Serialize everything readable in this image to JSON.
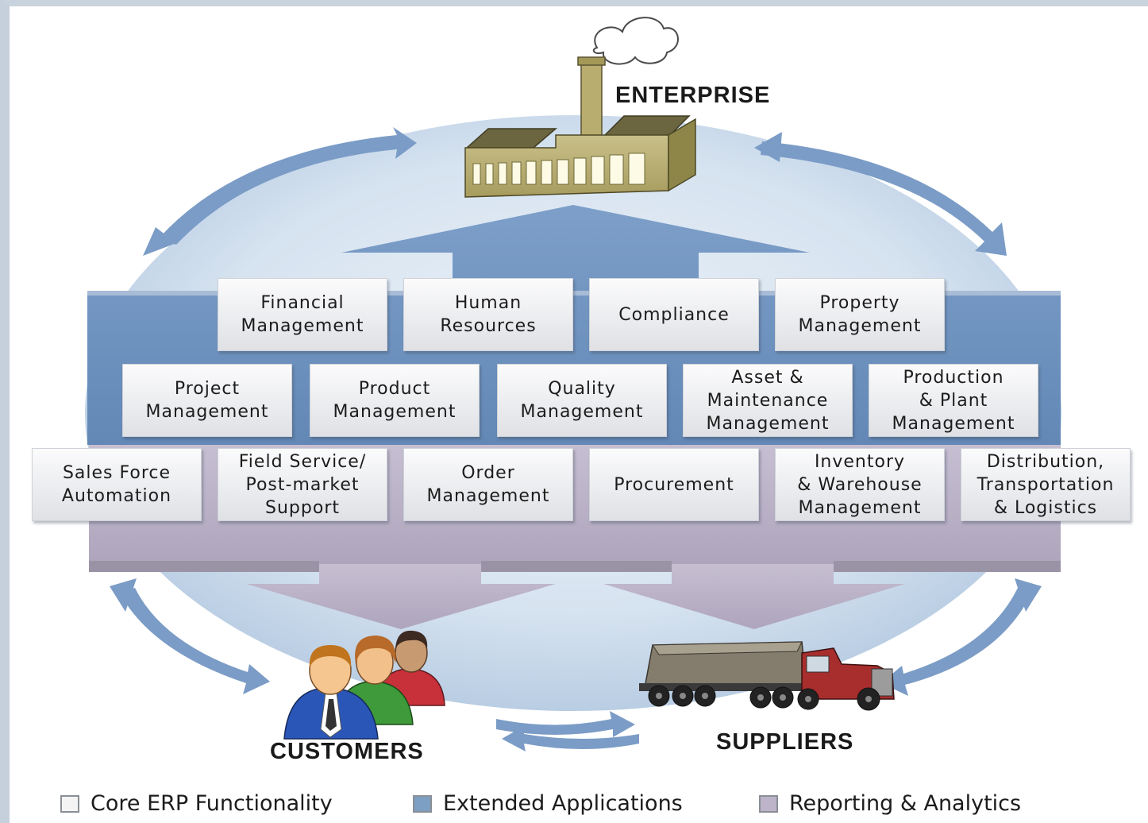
{
  "labels": {
    "enterprise": "ENTERPRISE",
    "customers": "CUSTOMERS",
    "suppliers": "SUPPLIERS"
  },
  "modules": {
    "row1": [
      {
        "id": "financial-management",
        "label": "Financial\nManagement"
      },
      {
        "id": "human-resources",
        "label": "Human\nResources"
      },
      {
        "id": "compliance",
        "label": "Compliance"
      },
      {
        "id": "property-management",
        "label": "Property\nManagement"
      }
    ],
    "row2": [
      {
        "id": "project-management",
        "label": "Project\nManagement"
      },
      {
        "id": "product-management",
        "label": "Product\nManagement"
      },
      {
        "id": "quality-management",
        "label": "Quality\nManagement"
      },
      {
        "id": "asset-maintenance-management",
        "label": "Asset &\nMaintenance\nManagement"
      },
      {
        "id": "production-plant-management",
        "label": "Production\n& Plant\nManagement"
      }
    ],
    "row3": [
      {
        "id": "sales-force-automation",
        "label": "Sales Force\nAutomation"
      },
      {
        "id": "field-service-support",
        "label": "Field Service/\nPost-market\nSupport"
      },
      {
        "id": "order-management",
        "label": "Order\nManagement"
      },
      {
        "id": "procurement",
        "label": "Procurement"
      },
      {
        "id": "inventory-warehouse-management",
        "label": "Inventory\n& Warehouse\nManagement"
      },
      {
        "id": "distribution-transportation-logistics",
        "label": "Distribution,\nTransportation\n& Logistics"
      }
    ]
  },
  "legend": [
    {
      "label": "Core ERP Functionality",
      "color": "#f4f4f4"
    },
    {
      "label": "Extended Applications",
      "color": "#7e9fc4"
    },
    {
      "label": "Reporting & Analytics",
      "color": "#bdb4c9"
    }
  ],
  "colors": {
    "blue_band": "#6f93bf",
    "arrow_blue": "#6e93c0",
    "lavender_band": "#bcb3c8",
    "globe": "#dce8f3"
  }
}
